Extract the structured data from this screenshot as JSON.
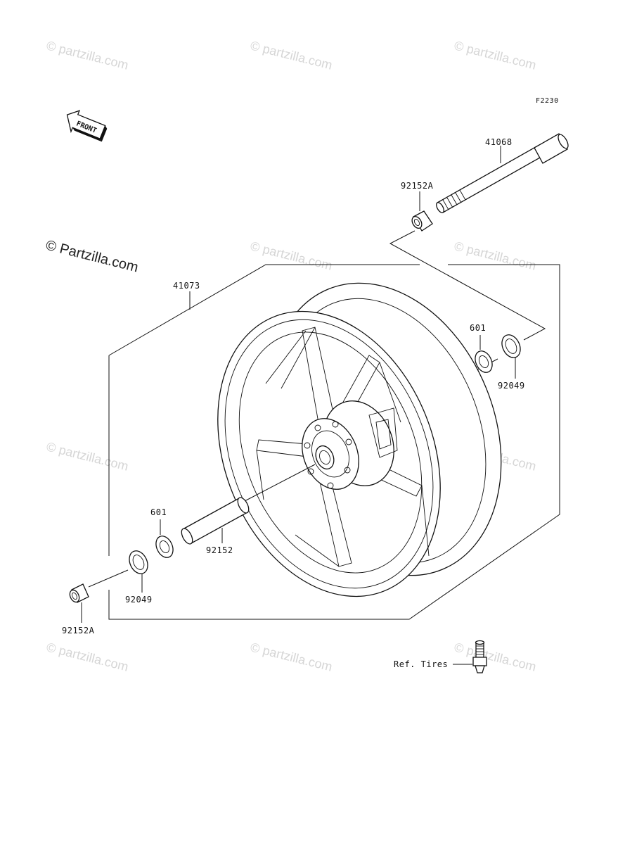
{
  "diagram_code": "F2230",
  "front_arrow": {
    "label": "FRONT",
    "icon": "front-arrow-icon"
  },
  "watermark": {
    "text": "© Partzilla.com",
    "faint_text": "© partzilla.com"
  },
  "parts": {
    "axle": "41068",
    "collar_top": "92152A",
    "wheel": "41073",
    "bearing_right": "601",
    "seal_right": "92049",
    "bearing_left": "601",
    "sleeve": "92152",
    "seal_left": "92049",
    "collar_bottom": "92152A"
  },
  "reference": {
    "label": "Ref. Tires"
  },
  "colors": {
    "line": "#111111",
    "watermark": "#d6d6d6",
    "background": "#ffffff"
  }
}
